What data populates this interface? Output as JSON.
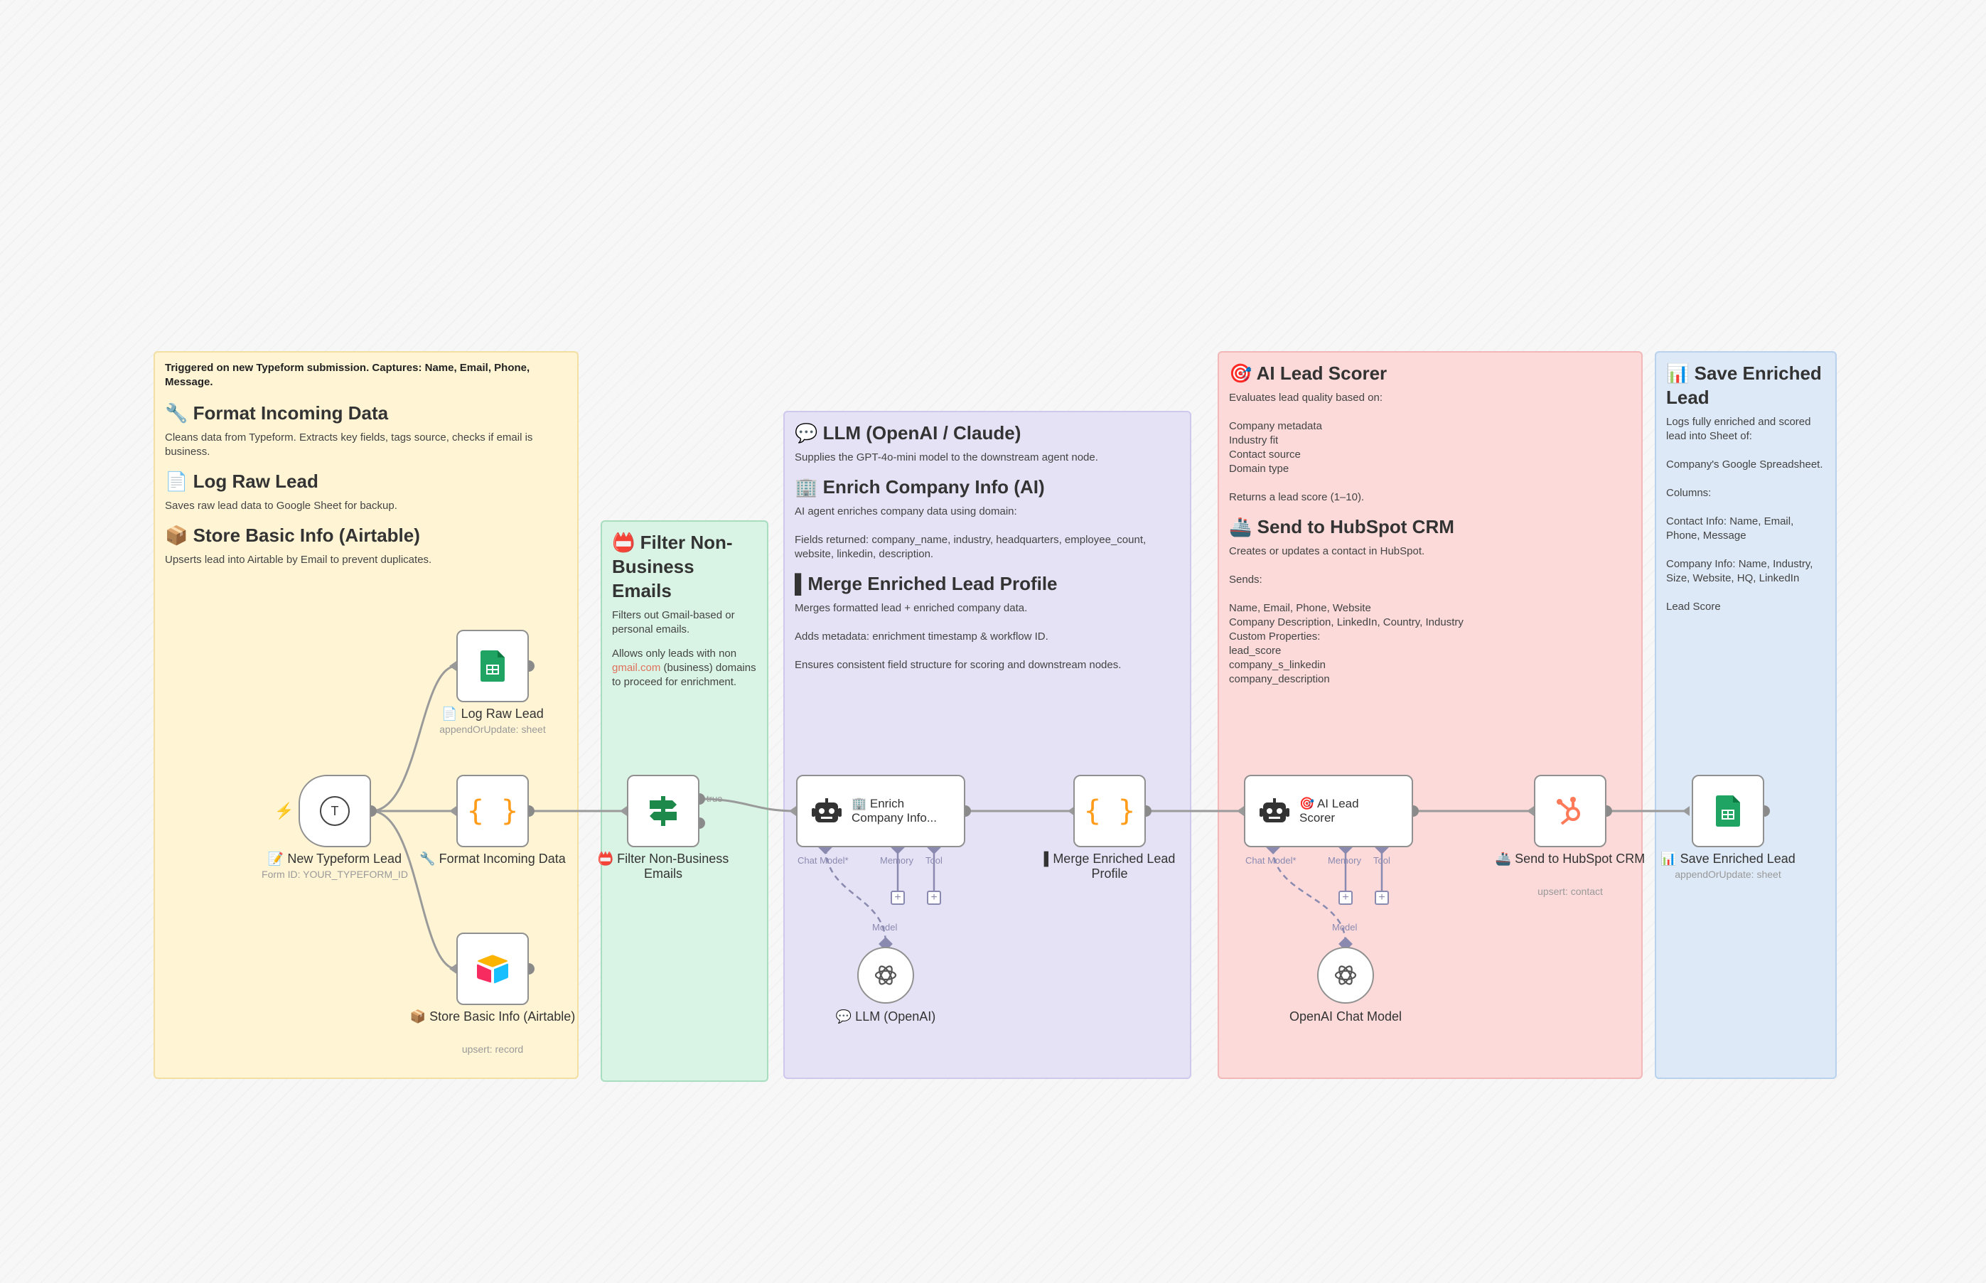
{
  "notes": {
    "typeform_trigger": "Triggered on new Typeform submission. Captures: Name, Email, Phone, Message.",
    "format": {
      "title": "🔧 Format Incoming Data",
      "body": "Cleans data from Typeform. Extracts key fields, tags source, checks if email is business."
    },
    "lograw": {
      "title": "📄 Log Raw Lead",
      "body": "Saves raw lead data to Google Sheet for backup."
    },
    "airtable": {
      "title": "📦 Store Basic Info (Airtable)",
      "body": "Upserts lead into Airtable by Email to prevent duplicates."
    },
    "filter": {
      "title": "📛 Filter Non-Business Emails",
      "body1": "Filters out Gmail-based or personal emails.",
      "body2_pre": "Allows only leads with non ",
      "body2_link": "gmail.com",
      "body2_post": " (business) domains to proceed for enrichment."
    },
    "llm": {
      "title": "💬 LLM (OpenAI / Claude)",
      "body": "Supplies the GPT-4o-mini model to the downstream agent node."
    },
    "enrich": {
      "title": "🏢 Enrich Company Info (AI)",
      "body": "AI agent enriches company data using domain:\n\nFields returned: company_name, industry, headquarters, employee_count, website, linkedin, description."
    },
    "merge": {
      "title": "▌Merge Enriched Lead Profile",
      "body": "Merges formatted lead + enriched company data.\n\nAdds metadata: enrichment timestamp & workflow ID.\n\nEnsures consistent field structure for scoring and downstream nodes."
    },
    "scorer": {
      "title": "🎯 AI Lead Scorer",
      "body": "Evaluates lead quality based on:\n\nCompany metadata\nIndustry fit\nContact source\nDomain type\n\nReturns a lead score (1–10)."
    },
    "hubspot": {
      "title": "🚢 Send to HubSpot CRM",
      "body": "Creates or updates a contact in HubSpot.\n\nSends:\n\nName, Email, Phone, Website\nCompany Description, LinkedIn, Country, Industry\nCustom Properties:\nlead_score\ncompany_s_linkedin\ncompany_description"
    },
    "save": {
      "title": "📊 Save Enriched Lead",
      "body": "Logs fully enriched and scored lead into Sheet of:\n\nCompany's Google Spreadsheet.\n\nColumns:\n\nContact Info: Name, Email, Phone, Message\n\nCompany Info: Name, Industry, Size, Website, HQ, LinkedIn\n\nLead Score"
    }
  },
  "nodes": {
    "typeform": {
      "label": "📝 New Typeform Lead",
      "sub": "Form ID: YOUR_TYPEFORM_ID",
      "glyph": "T"
    },
    "lograw": {
      "label": "📄 Log Raw Lead",
      "sub": "appendOrUpdate: sheet"
    },
    "format": {
      "label": "🔧 Format Incoming Data",
      "glyph": "{ }"
    },
    "airtable": {
      "label": "📦 Store Basic Info (Airtable)",
      "sub": "upsert: record"
    },
    "filter": {
      "label": "📛 Filter Non-Business Emails",
      "true_label": "true"
    },
    "enrich": {
      "title": "🏢 Enrich Company Info...",
      "ports": [
        "Chat Model*",
        "Memory",
        "Tool"
      ]
    },
    "llm": {
      "label": "💬 LLM (OpenAI)",
      "model_label": "Model"
    },
    "merge": {
      "label": "▌Merge Enriched Lead Profile",
      "glyph": "{ }"
    },
    "scorer": {
      "title": "🎯 AI Lead Scorer",
      "ports": [
        "Chat Model*",
        "Memory",
        "Tool"
      ]
    },
    "openai": {
      "label": "OpenAI Chat Model",
      "model_label": "Model"
    },
    "hubspot": {
      "label": "🚢 Send to HubSpot CRM",
      "sub": "upsert: contact"
    },
    "save": {
      "label": "📊 Save Enriched Lead",
      "sub": "appendOrUpdate: sheet"
    }
  },
  "colors": {
    "sheets_green": "#1fa463",
    "code_orange": "#ff9c1a",
    "hubspot_orange": "#ff7a59",
    "filter_green": "#1d8a4c",
    "wire": "#9a9a9a",
    "subnode_wire": "#8a8ab0"
  }
}
